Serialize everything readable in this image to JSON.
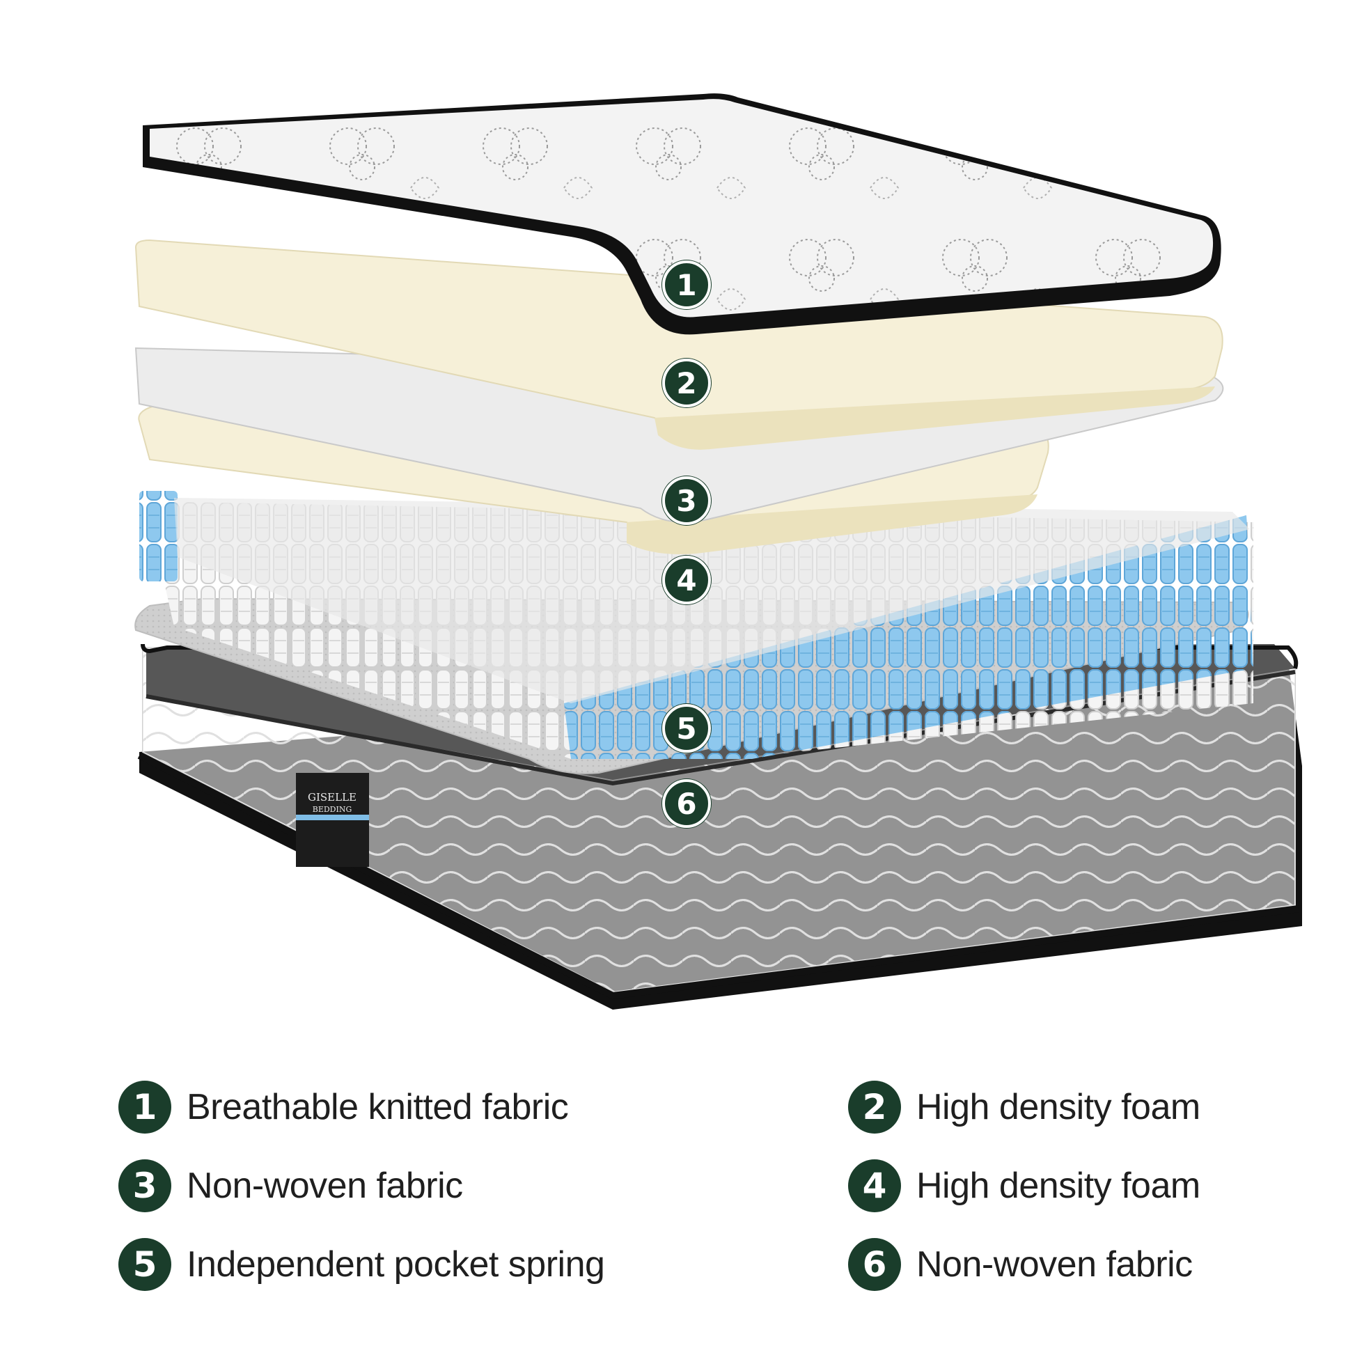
{
  "brand_label": {
    "line1": "GISELLE",
    "line2": "BEDDING"
  },
  "layers": [
    {
      "number": "1",
      "label": "Breathable knitted fabric"
    },
    {
      "number": "2",
      "label": "High density  foam"
    },
    {
      "number": "3",
      "label": "Non-woven fabric"
    },
    {
      "number": "4",
      "label": "High density  foam"
    },
    {
      "number": "5",
      "label": "Independent pocket spring"
    },
    {
      "number": "6",
      "label": "Non-woven fabric"
    }
  ],
  "colors": {
    "badge": "#1a3d2b",
    "foam": "#f5efd6",
    "spring_white": "#f2f2f2",
    "spring_blue": "#7fbde6",
    "fabric_grey": "#d6d6d6",
    "border_dark": "#2b2b2b"
  }
}
